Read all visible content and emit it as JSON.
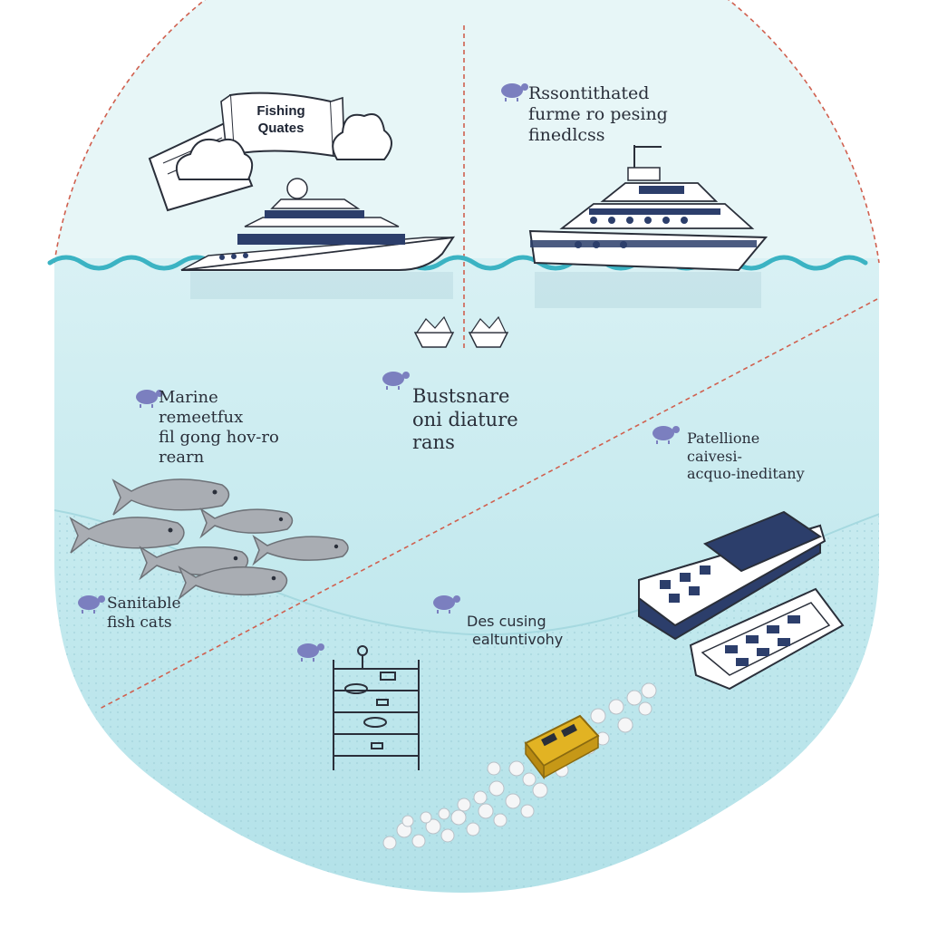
{
  "colors": {
    "water_top": "#dff3f5",
    "water_mid": "#c5eaef",
    "water_deep": "#a7dde5",
    "wave": "#3bb3c3",
    "divider": "#d0604f",
    "hull": "#ffffff",
    "navy": "#2c3e6b",
    "fish": "#a9adb3",
    "bullet": "#7b7fbf",
    "gold": "#e2b323"
  },
  "banner": {
    "line1": "Fishing",
    "line2": "Quates"
  },
  "labels": {
    "top_right": [
      "Rssontithated",
      "furme ro pesing",
      "finedlcss"
    ],
    "marine": [
      "Marine",
      "remeetfux",
      "fil gong hov-ro",
      "rearn"
    ],
    "center": [
      "Bustsnare",
      "oni diature",
      "rans"
    ],
    "patellione": [
      "Patellione",
      "caivesi-",
      "acquo-ineditany"
    ],
    "sustainable": [
      "Sanitable",
      "fish cats"
    ],
    "descusing": [
      "Des cusing",
      "ealtuntivohy"
    ]
  },
  "icons": [
    "sheep-bullet-icon",
    "fish-icon",
    "yacht-icon",
    "trawler-icon",
    "cargo-barge-icon",
    "fish-ladder-icon",
    "bait-bowl-icon",
    "cloud-icon",
    "gold-bar-icon",
    "pearl-pile-icon"
  ]
}
